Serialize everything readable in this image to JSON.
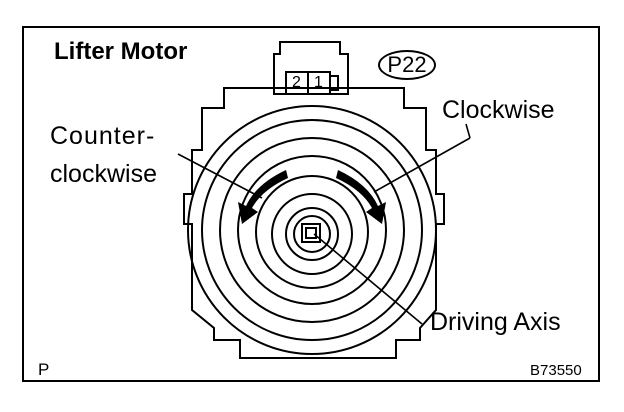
{
  "diagram": {
    "title": "Lifter Motor",
    "connector_code": "P22",
    "pin_labels": [
      "2",
      "1"
    ],
    "labels": {
      "counterclockwise_line1": "Counter-",
      "counterclockwise_line2": "clockwise",
      "clockwise": "Clockwise",
      "driving_axis": "Driving Axis"
    },
    "corner_mark": "P",
    "figure_number": "B73550"
  }
}
